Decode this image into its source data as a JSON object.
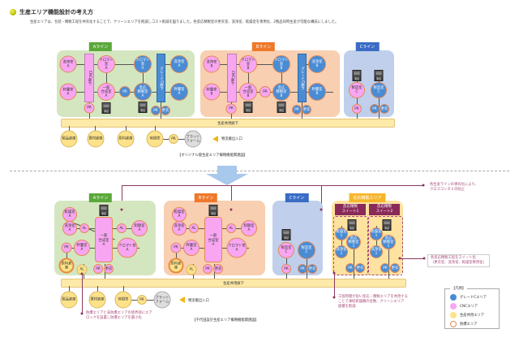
{
  "header": {
    "title": "生産エリア機能設計の考え方",
    "intro": "生産エリアは、包装・精製工程を共有化することで、クリーンエリアを削減しコスト削減を図りました。各反応精製室の更衣室、洗浄室、乾燥室を専用化、2製品同時生産が可能な構成にしました。"
  },
  "top": {
    "lines": [
      {
        "label": "Aライン"
      },
      {
        "label": "Bライン"
      },
      {
        "label": "Cライン"
      }
    ],
    "a": {
      "wash": "洗浄室\nA",
      "weigh": "秤量室\nA",
      "cnc": "CNC廊下",
      "chromat_p": "クロマト室\nA",
      "synth": "一般\n合成室\nA",
      "pr1": "PR",
      "pr2": "PR",
      "chromat_b": "クロマト室\nA",
      "react": "反応\n精製室\nA",
      "gradec": "グレードC廊下",
      "wash_b": "洗浄室\nA",
      "weigh_b": "秤量室\nA",
      "pr3": "PR",
      "change": "更衣",
      "server": "凍結"
    },
    "b": {
      "wash": "洗浄室\nB",
      "weigh": "秤量室\nB",
      "cnc": "CNC廊下",
      "chromat_p": "クロマト室\nB",
      "synth": "一般\n合成室\nB",
      "pr1": "PR",
      "pr2": "PR",
      "chromat_b": "クロマト室\nB",
      "react": "反応\n精製室\nB",
      "gradec": "グレードC廊下",
      "wash_b": "洗浄室\nB",
      "weigh_b": "秤量室\nB",
      "pr3": "PR",
      "change": "更衣",
      "server": "凍結"
    },
    "c": {
      "mfg_p": "製造室\nC",
      "mfg_b": "製造室\nC",
      "pr1": "PR",
      "pr2": "PR",
      "change": "更衣",
      "server": "凍結"
    },
    "corridor": "生産共用廊下",
    "bottom": {
      "product": "製品倉庫",
      "material": "資材倉庫",
      "raw": "原料倉庫",
      "weigh": "荷捌室",
      "pr": "PR",
      "platform": "プラット\nフォーム",
      "entry": "物流搬出入口"
    },
    "caption": "【オリジナル版生産エリア概略機能関連図】"
  },
  "bottom": {
    "lines": [
      {
        "label": "Aライン"
      },
      {
        "label": "Bライン"
      },
      {
        "label": "Cライン"
      },
      {
        "label": "反応精製エリア"
      }
    ],
    "a": {
      "dry": "乾燥室\nA",
      "wash": "洗浄室\nA",
      "al1": "AL",
      "al2": "AL",
      "control": "制御室\nA",
      "synth": "一般\n合成室\nA",
      "pr": "PR",
      "weigh": "秤量室\nA",
      "chromat": "クロマト室\nA",
      "raw": "原料倉庫",
      "al3": "AL",
      "pr2": "PR",
      "change": "更衣",
      "server": "凍結"
    },
    "b": {
      "dry": "乾燥室\nA",
      "wash": "洗浄室\nA",
      "al1": "AL",
      "al2": "AL",
      "control": "制御室\nA",
      "synth": "一般\n合成室\nA",
      "pr": "PR",
      "weigh": "秤量室\nA",
      "chromat": "クロマト室\nA",
      "raw": "原料倉庫",
      "al3": "AL",
      "pr2": "PR",
      "change": "更衣",
      "server": "凍結"
    },
    "c": {
      "mfg_p": "製造室\nC",
      "mfg_b": "製造室\nC",
      "pr1": "PR",
      "pr2": "PR",
      "change": "更衣",
      "server": "凍結"
    },
    "suites": [
      {
        "title": "反応精製\nスイート1",
        "dry": "乾燥室\n1",
        "react": "反応\n精製室\n1",
        "wash": "洗浄室\n1",
        "pr": "PR",
        "change": "更衣",
        "server": "凍結"
      },
      {
        "title": "反応精製\nスイート2",
        "dry": "乾燥室\n1",
        "react": "反応\n精製室\n1",
        "wash": "洗浄室\n1",
        "pr": "PR",
        "change": "更衣",
        "server": "凍結"
      }
    ],
    "corridor": "生産共用廊下",
    "bottom": {
      "product": "製品倉庫",
      "material": "資材倉庫",
      "weigh": "荷捌室",
      "pr": "PR",
      "platform": "プラット\nフォーム",
      "entry": "物流搬出入口"
    },
    "caption": "【千代田設計生産エリア概略機能関連図】"
  },
  "notes": {
    "n1": "各生産ラインの専有化により、\nクロスコンタミの防止",
    "n2": "各反応精製工程をスイート化\n（更衣室、洗浄室、乾燥室専用化）",
    "n3": "工程時間が短い反応・精製エリアを共用する\nことで凍結乾燥機の台数、クリーンエリア\n面積を削減",
    "n4": "防爆エリアと非防爆エリアの境界部にエア\nロックを設置し防爆エリアを最小化"
  },
  "legend": {
    "title": "【凡例】",
    "items": [
      {
        "label": "グレードCエリア",
        "color": "#4a8cd4"
      },
      {
        "label": "CNCエリア",
        "color": "#f8a6f2"
      },
      {
        "label": "生産共用エリア",
        "color": "#fde28a"
      },
      {
        "label": "防爆エリア",
        "color": "#ffffff"
      }
    ]
  }
}
